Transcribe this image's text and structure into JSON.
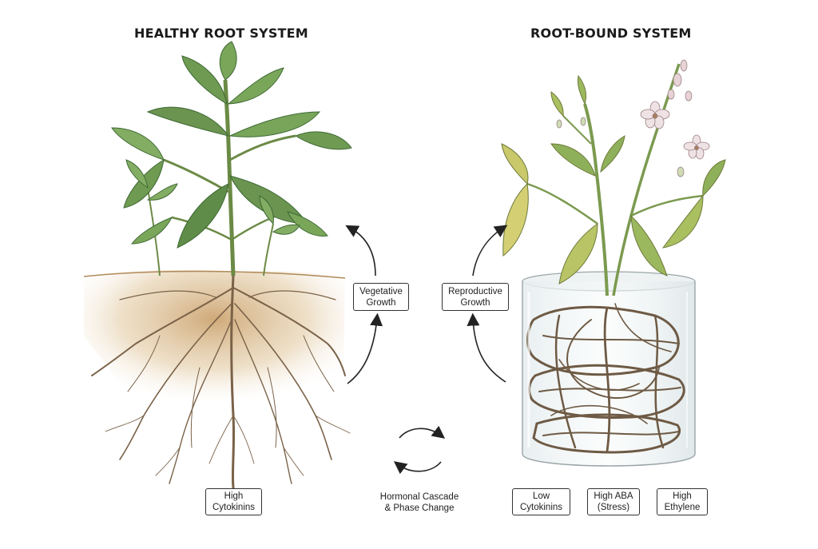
{
  "titles": {
    "left": "HEALTHY ROOT SYSTEM",
    "right": "ROOT-BOUND SYSTEM"
  },
  "labels": {
    "vegetative": "Vegetative\nGrowth",
    "reproductive": "Reproductive\nGrowth",
    "high_cytokinins": "High\nCytokinins",
    "cascade": "Hormonal Cascade\n& Phase Change",
    "low_cytokinins": "Low\nCytokinins",
    "high_aba": "High ABA\n(Stress)",
    "high_ethylene": "High\nEthylene"
  },
  "colors": {
    "leaf": "#6f9a52",
    "leaf_dark": "#3f6a35",
    "leaf_yellow": "#c9c86a",
    "stem": "#6b8a45",
    "soil": "#d9b98a",
    "root": "#7a6248",
    "root_bound": "#6e5a44",
    "glass": "#dfe7ea",
    "flower": "#efe2e4"
  }
}
